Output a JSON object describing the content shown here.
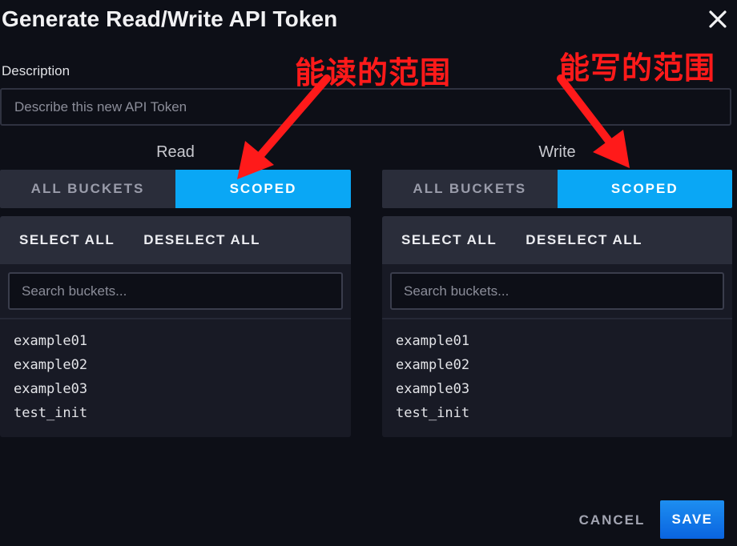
{
  "dialog": {
    "title": "Generate Read/Write API Token",
    "close_icon": "close-icon"
  },
  "description": {
    "label": "Description",
    "placeholder": "Describe this new API Token",
    "value": ""
  },
  "annotations": {
    "read_note": "能读的范围",
    "write_note": "能写的范围",
    "color": "#ff1a1a"
  },
  "read": {
    "title": "Read",
    "toggle": {
      "all": "ALL BUCKETS",
      "scoped": "SCOPED",
      "selected": "SCOPED"
    },
    "select_all": "SELECT ALL",
    "deselect_all": "DESELECT ALL",
    "search_placeholder": "Search buckets...",
    "buckets": [
      "example01",
      "example02",
      "example03",
      "test_init"
    ]
  },
  "write": {
    "title": "Write",
    "toggle": {
      "all": "ALL BUCKETS",
      "scoped": "SCOPED",
      "selected": "SCOPED"
    },
    "select_all": "SELECT ALL",
    "deselect_all": "DESELECT ALL",
    "search_placeholder": "Search buckets...",
    "buckets": [
      "example01",
      "example02",
      "example03",
      "test_init"
    ]
  },
  "footer": {
    "cancel": "CANCEL",
    "save": "SAVE"
  },
  "colors": {
    "background": "#0d0f17",
    "accent": "#0aa7f5",
    "save_button": "#0a64e0",
    "panel": "#181a25",
    "panel_header": "#2a2d3a"
  }
}
